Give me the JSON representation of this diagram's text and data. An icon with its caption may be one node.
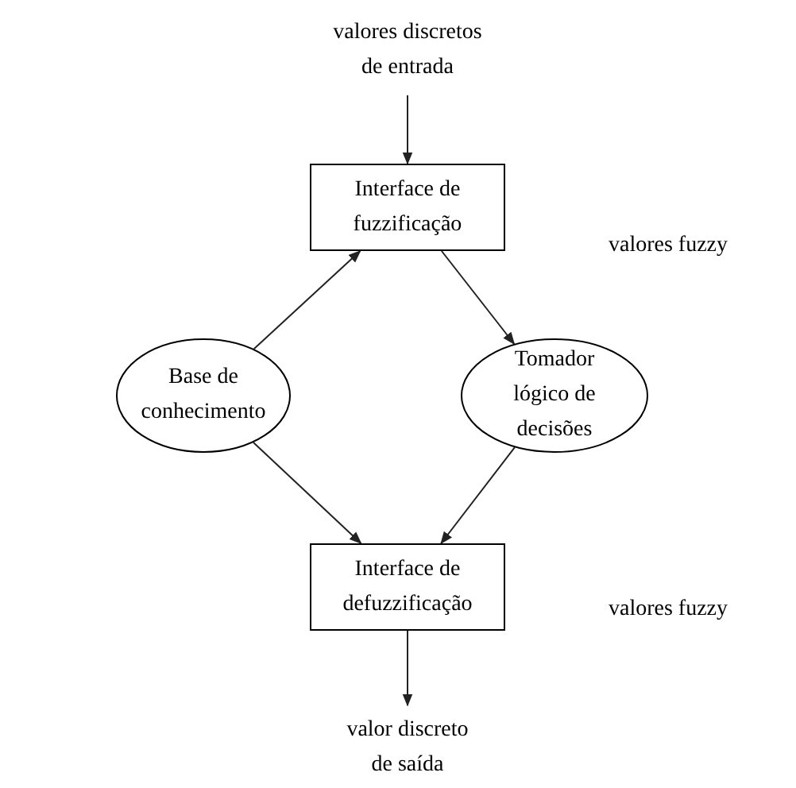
{
  "diagram": {
    "nodes": [
      {
        "text": [
          "valores discretos de entrada"
        ]
      },
      {
        "text": [
          "Interface de fuzzificação"
        ]
      },
      {
        "text": [
          "Base de conhecimento"
        ]
      },
      {
        "text": [
          "Tomador lógico de decisões"
        ]
      },
      {
        "text": [
          "Interface de defuzzificação"
        ]
      },
      {
        "text": [
          "valor discreto de saída"
        ]
      }
    ],
    "edges": [
      {
        "from": 0,
        "to": 1,
        "arrow": "to"
      },
      {
        "from": 2,
        "to": 1,
        "arrow": "to"
      },
      {
        "from": 1,
        "to": 3,
        "arrow": "to"
      },
      {
        "from": 2,
        "to": 4,
        "arrow": "to"
      },
      {
        "from": 3,
        "to": 4,
        "arrow": "to"
      },
      {
        "from": 4,
        "to": 5,
        "arrow": "to"
      }
    ],
    "labels": [
      "valores fuzzy",
      "valores fuzzy"
    ]
  }
}
